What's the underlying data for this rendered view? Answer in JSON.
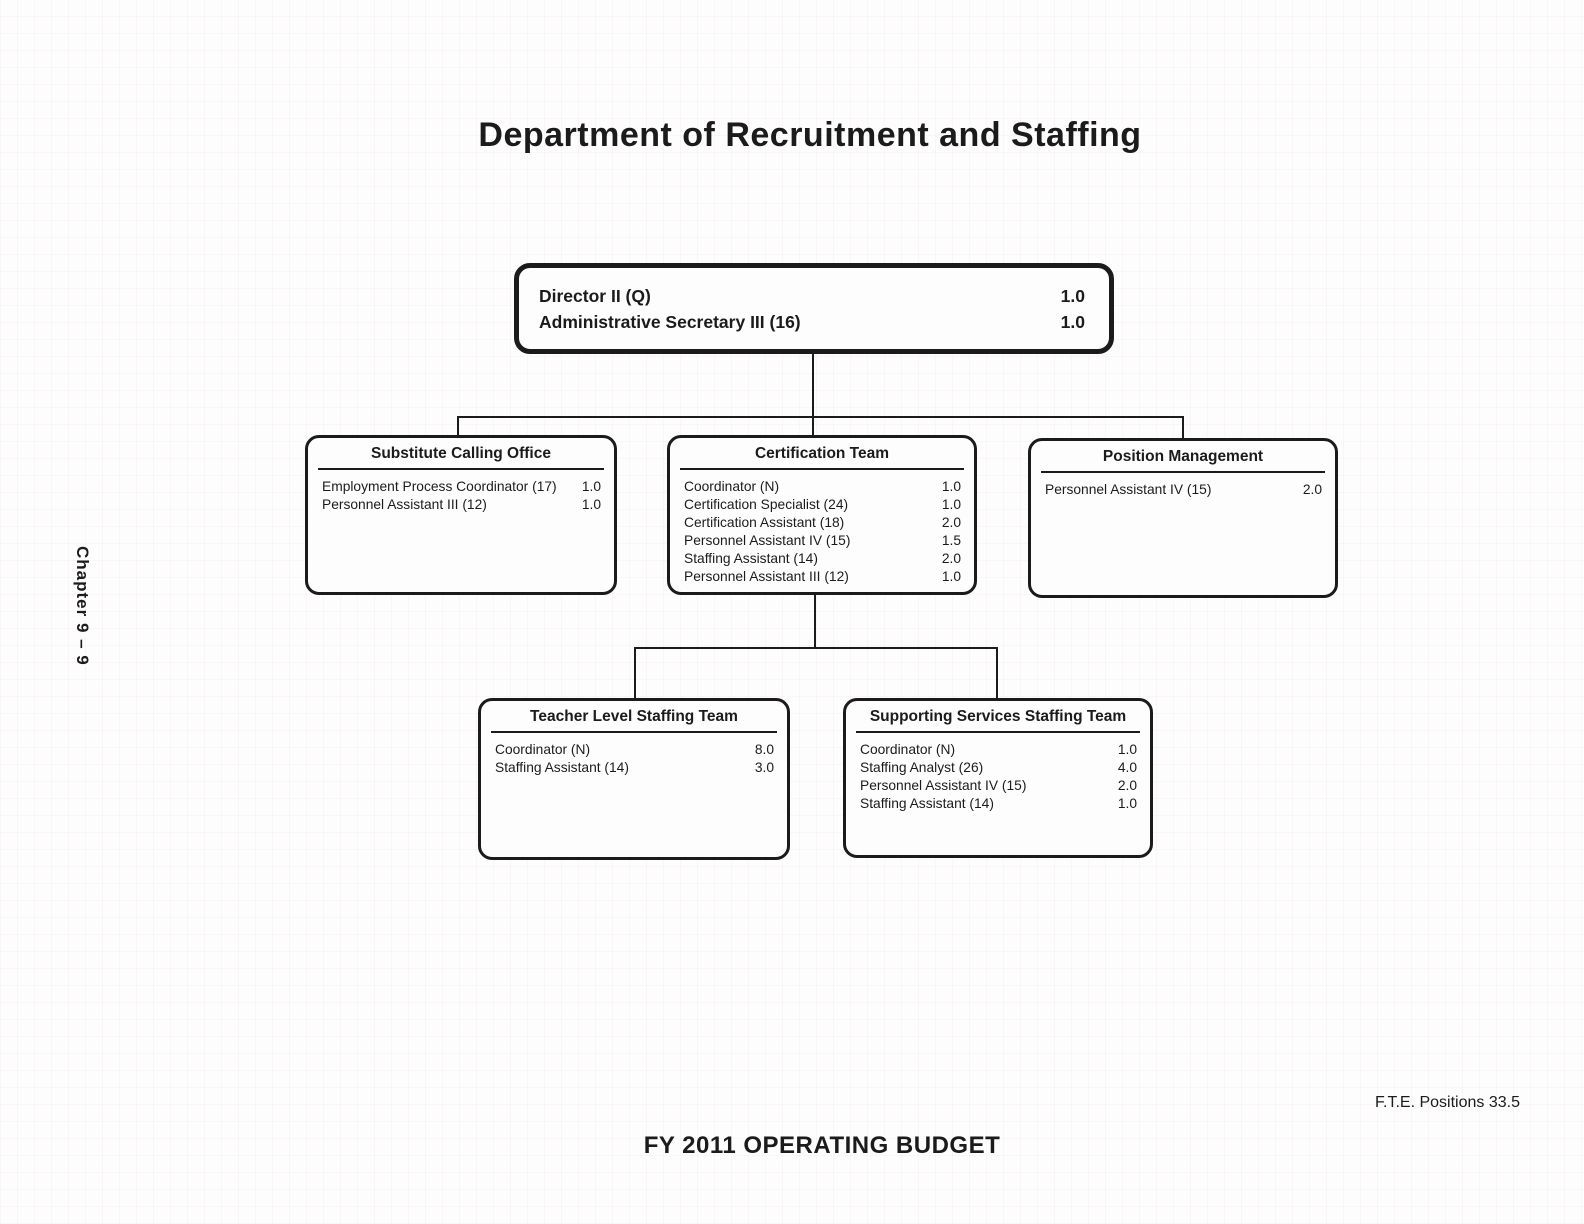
{
  "page": {
    "title": "Department of Recruitment and Staffing",
    "side_label": "Chapter 9 – 9",
    "fte_note": "F.T.E. Positions 33.5",
    "footer": "FY 2011 OPERATING BUDGET"
  },
  "colors": {
    "ink": "#1b1b1b",
    "paper": "#fdfdfd"
  },
  "org_chart": {
    "root": {
      "rows": [
        {
          "role": "Director II (Q)",
          "fte": "1.0"
        },
        {
          "role": "Administrative Secretary III (16)",
          "fte": "1.0"
        }
      ]
    },
    "level2": [
      {
        "title": "Substitute Calling Office",
        "rows": [
          {
            "role": "Employment Process Coordinator (17)",
            "fte": "1.0"
          },
          {
            "role": "Personnel Assistant III (12)",
            "fte": "1.0"
          }
        ]
      },
      {
        "title": "Certification Team",
        "rows": [
          {
            "role": "Coordinator (N)",
            "fte": "1.0"
          },
          {
            "role": "Certification Specialist (24)",
            "fte": "1.0"
          },
          {
            "role": "Certification Assistant (18)",
            "fte": "2.0"
          },
          {
            "role": "Personnel Assistant IV (15)",
            "fte": "1.5"
          },
          {
            "role": "Staffing Assistant (14)",
            "fte": "2.0"
          },
          {
            "role": "Personnel Assistant III (12)",
            "fte": "1.0"
          }
        ]
      },
      {
        "title": "Position Management",
        "rows": [
          {
            "role": "Personnel Assistant IV (15)",
            "fte": "2.0"
          }
        ]
      }
    ],
    "level3": [
      {
        "title": "Teacher Level Staffing Team",
        "rows": [
          {
            "role": "Coordinator (N)",
            "fte": "8.0"
          },
          {
            "role": "Staffing Assistant (14)",
            "fte": "3.0"
          }
        ]
      },
      {
        "title": "Supporting Services Staffing Team",
        "rows": [
          {
            "role": "Coordinator (N)",
            "fte": "1.0"
          },
          {
            "role": "Staffing Analyst (26)",
            "fte": "4.0"
          },
          {
            "role": "Personnel Assistant IV (15)",
            "fte": "2.0"
          },
          {
            "role": "Staffing Assistant (14)",
            "fte": "1.0"
          }
        ]
      }
    ]
  }
}
